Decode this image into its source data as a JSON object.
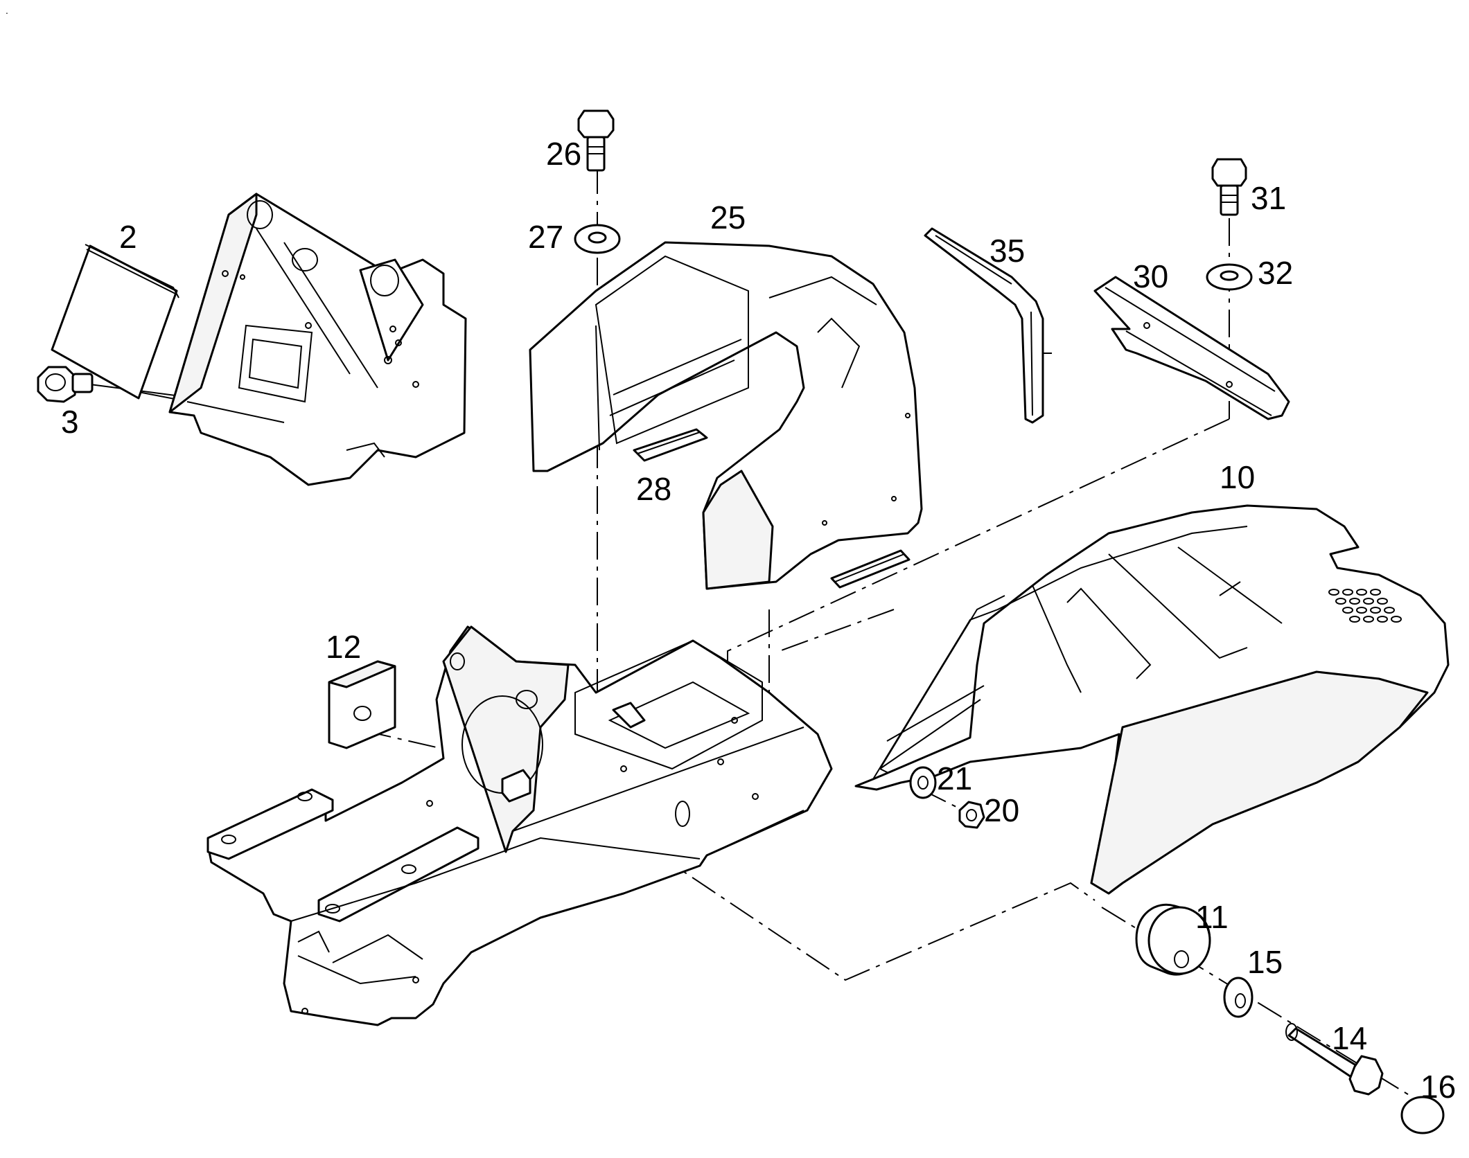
{
  "corner_mark": ".",
  "callouts": {
    "c2": "2",
    "c3": "3",
    "c10": "10",
    "c11": "11",
    "c12": "12",
    "c14": "14",
    "c15": "15",
    "c16": "16",
    "c20": "20",
    "c21": "21",
    "c25": "25",
    "c26": "26",
    "c27": "27",
    "c28": "28",
    "c30": "30",
    "c31": "31",
    "c32": "32",
    "c35": "35"
  }
}
